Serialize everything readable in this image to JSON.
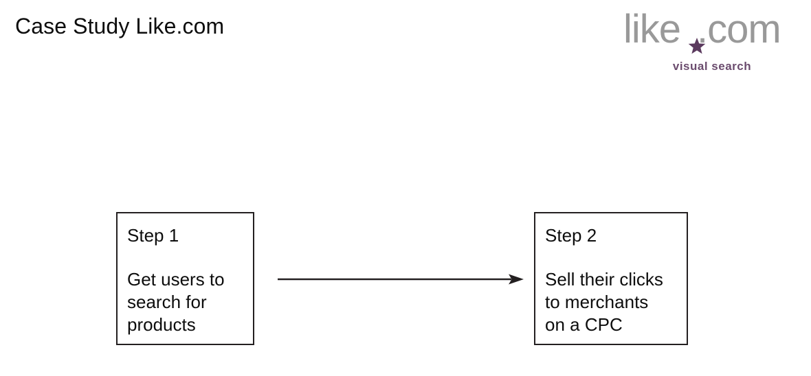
{
  "slide": {
    "title": "Case Study Like.com",
    "background_color": "#ffffff",
    "text_color": "#0d0d0d"
  },
  "logo": {
    "word_like": "like",
    "word_com": ".com",
    "tagline": "visual  search",
    "star_icon": "star-icon",
    "wordmark_color": "#999999",
    "accent_color": "#5b3a5e",
    "tagline_color": "#6b4c6e"
  },
  "diagram": {
    "type": "flow",
    "border_color": "#231f20",
    "arrow": {
      "name": "flow-arrow-right",
      "direction": "right",
      "color": "#231f20",
      "from": "step-box-1",
      "to": "step-box-2"
    },
    "steps": [
      {
        "heading": "Step 1",
        "body_lines": [
          "Get users to",
          "search for",
          "products"
        ]
      },
      {
        "heading": "Step 2",
        "body_lines": [
          "Sell their clicks",
          "to merchants",
          "on a CPC"
        ]
      }
    ]
  }
}
